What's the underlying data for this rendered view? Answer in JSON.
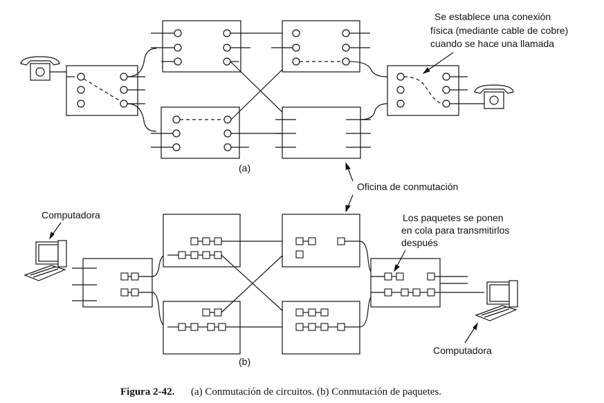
{
  "figure": {
    "part_a_label": "(a)",
    "part_b_label": "(b)",
    "caption_number": "Figura 2-42.",
    "caption_text": "(a) Conmutación de circuitos. (b) Conmutación de paquetes."
  },
  "annotations": {
    "connection_note": [
      "Se establece una conexión",
      "física (mediante cable de cobre)",
      "cuando se hace una llamada"
    ],
    "switching_office": "Oficina de conmutación",
    "queue_note": [
      "Los paquetes se ponen",
      "en cola para transmitirlos",
      "después"
    ],
    "computer_left": "Computadora",
    "computer_right": "Computadora"
  }
}
